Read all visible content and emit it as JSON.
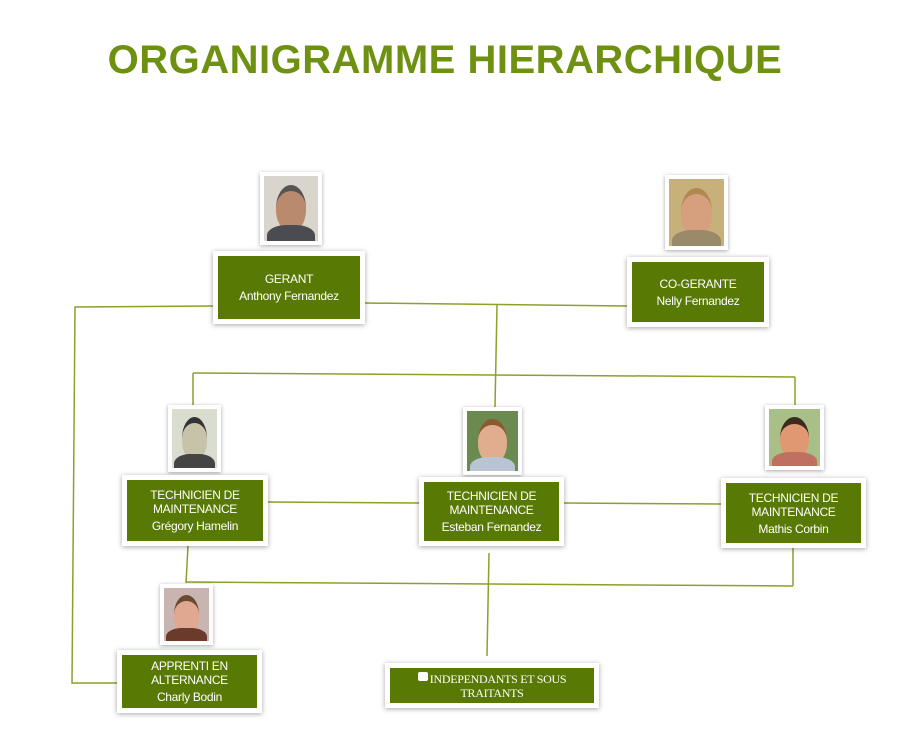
{
  "title": "ORGANIGRAMME HIERARCHIQUE",
  "colors": {
    "accent": "#6e9112",
    "box": "#587a04",
    "line": "#8aa12a"
  },
  "nodes": {
    "gerant": {
      "role": "GERANT",
      "name": "Anthony Fernandez"
    },
    "cogerante": {
      "role": "CO-GERANTE",
      "name": "Nelly Fernandez"
    },
    "tech1": {
      "role": "TECHNICIEN DE MAINTENANCE",
      "name": "Grégory Hamelin"
    },
    "tech2": {
      "role": "TECHNICIEN DE MAINTENANCE",
      "name": "Esteban Fernandez"
    },
    "tech3": {
      "role": "TECHNICIEN DE MAINTENANCE",
      "name": "Mathis Corbin"
    },
    "apprenti": {
      "role": "APPRENTI EN ALTERNANCE",
      "name": "Charly Bodin"
    },
    "independants": {
      "role": "INDEPENDANTS ET SOUS TRAITANTS"
    }
  }
}
